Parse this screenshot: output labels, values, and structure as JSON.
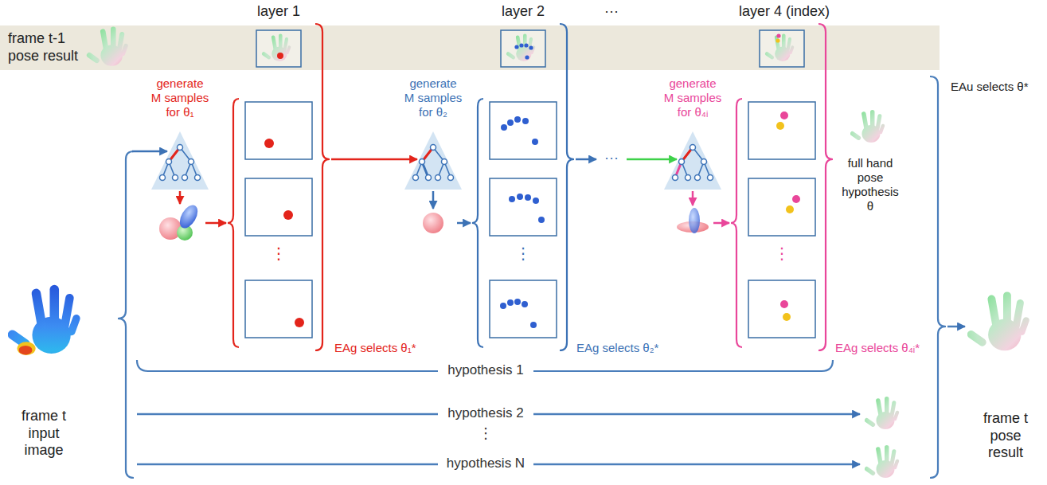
{
  "diagram": {
    "labels": [
      "layer 1",
      "layer 2",
      "···",
      "layer 4 (index)",
      "frame t-1 pose result",
      "generate M samples for θ₁",
      "generate M samples for θ₂",
      "···",
      "generate M samples for θ₄ᵢ",
      "⋮",
      "⋮",
      "⋮",
      "EAg selects θ₁*",
      "EAg selects θ₂*",
      "EAg selects θ₄ᵢ*",
      "full hand pose hypothesis θ",
      "EAu selects θ*",
      "frame t input image",
      "hypothesis 1",
      "hypothesis 2",
      "⋮",
      "hypothesis N",
      "frame t pose result"
    ]
  }
}
